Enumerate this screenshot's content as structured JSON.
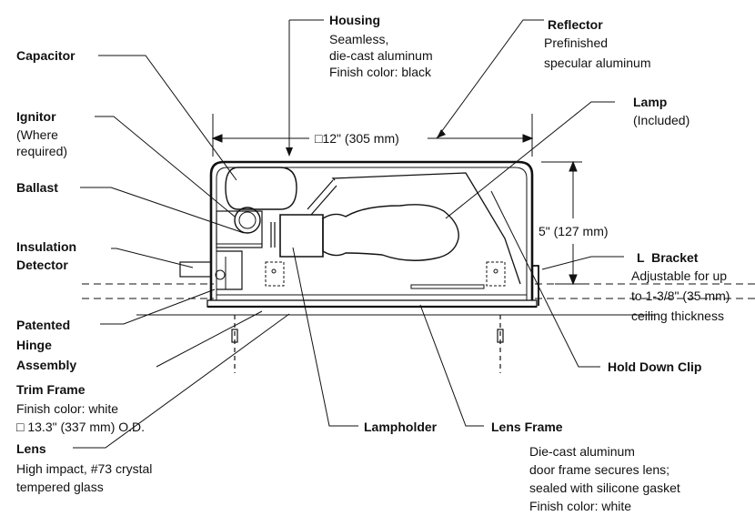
{
  "housing": {
    "title": "Housing",
    "line1": "Seamless,",
    "line2": "die-cast aluminum",
    "line3": "Finish color: black"
  },
  "reflector": {
    "title": "Reflector",
    "line1": "Prefinished",
    "line2": "specular aluminum"
  },
  "capacitor": {
    "title": "Capacitor"
  },
  "ignitor": {
    "title": "Ignitor",
    "line1": "(Where",
    "line2": "required)"
  },
  "lamp": {
    "title": "Lamp",
    "line1": "(Included)"
  },
  "ballast": {
    "title": "Ballast"
  },
  "insulation_detector": {
    "line1": "Insulation",
    "line2": "Detector"
  },
  "l_bracket": {
    "title": "L  Bracket",
    "line1": "Adjustable for up",
    "line2": "to 1-3/8\" (35 mm)",
    "line3": "ceiling thickness"
  },
  "hinge": {
    "line1": "Patented",
    "line2": "Hinge",
    "line3": "Assembly"
  },
  "hold_down_clip": {
    "title": "Hold Down Clip"
  },
  "trim_frame": {
    "title": "Trim Frame",
    "line1": "Finish color: white",
    "line2": "13.3\" (337 mm) O.D."
  },
  "lampholder": {
    "title": "Lampholder"
  },
  "lens_frame": {
    "title": "Lens Frame",
    "line1": "Die-cast aluminum",
    "line2": "door frame secures lens;",
    "line3": "sealed with silicone gasket",
    "line4": "Finish color: white"
  },
  "lens": {
    "title": "Lens",
    "line1": "High impact, #73 crystal",
    "line2": "tempered glass"
  },
  "dimensions": {
    "width": "12\" (305 mm)",
    "height": "5\" (127 mm)"
  }
}
